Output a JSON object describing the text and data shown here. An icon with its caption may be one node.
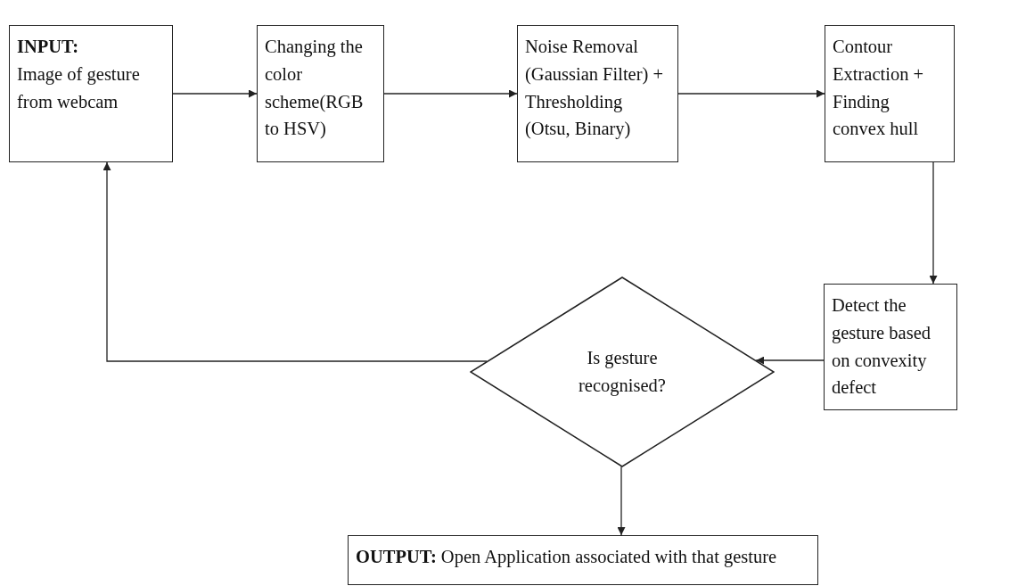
{
  "diagram": {
    "nodes": [
      {
        "text": [
          "INPUT:",
          "Image of gesture from webcam"
        ]
      },
      {
        "text": [
          "Changing the color scheme(RGB to HSV)"
        ]
      },
      {
        "text": [
          "Noise Removal (Gaussian Filter) + Thresholding (Otsu, Binary)"
        ]
      },
      {
        "text": [
          "Contour Extraction + Finding convex hull"
        ]
      },
      {
        "text": [
          "Detect the gesture based on convexity defect"
        ]
      },
      {
        "text": [
          "Is gesture recognised?"
        ]
      },
      {
        "text": [
          "**OUTPUT:** Open Application associated with that gesture"
        ]
      }
    ],
    "edges": [
      {
        "from": 0,
        "to": 1,
        "arrow": "to"
      },
      {
        "from": 1,
        "to": 2,
        "arrow": "to"
      },
      {
        "from": 2,
        "to": 3,
        "arrow": "to"
      },
      {
        "from": 3,
        "to": 4,
        "arrow": "to"
      },
      {
        "from": 4,
        "to": 5,
        "arrow": "to"
      },
      {
        "from": 5,
        "to": 0,
        "arrow": "to"
      },
      {
        "from": 5,
        "to": 6,
        "arrow": "to"
      }
    ]
  }
}
